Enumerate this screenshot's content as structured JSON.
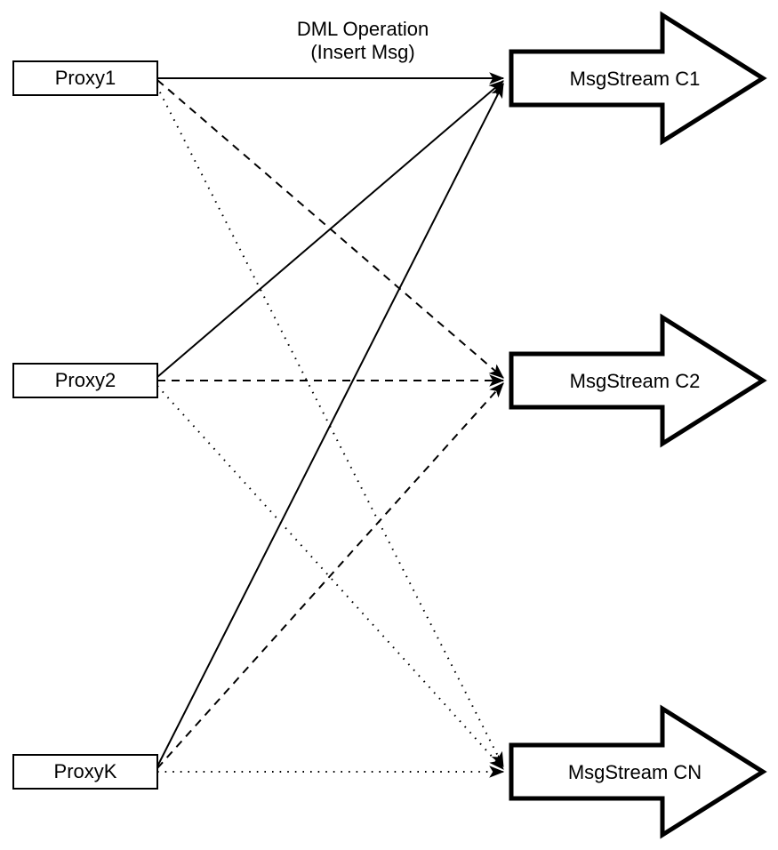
{
  "title": {
    "line1": "DML Operation",
    "line2": "(Insert Msg)"
  },
  "proxies": [
    {
      "label": "Proxy1"
    },
    {
      "label": "Proxy2"
    },
    {
      "label": "ProxyK"
    }
  ],
  "streams": [
    {
      "label": "MsgStream C1"
    },
    {
      "label": "MsgStream C2"
    },
    {
      "label": "MsgStream CN"
    }
  ],
  "edges": [
    {
      "from": "Proxy1",
      "to": "MsgStream C1",
      "style": "solid"
    },
    {
      "from": "Proxy1",
      "to": "MsgStream C2",
      "style": "dashed"
    },
    {
      "from": "Proxy1",
      "to": "MsgStream CN",
      "style": "dotted"
    },
    {
      "from": "Proxy2",
      "to": "MsgStream C1",
      "style": "solid"
    },
    {
      "from": "Proxy2",
      "to": "MsgStream C2",
      "style": "dashed"
    },
    {
      "from": "Proxy2",
      "to": "MsgStream CN",
      "style": "dotted"
    },
    {
      "from": "ProxyK",
      "to": "MsgStream C1",
      "style": "solid"
    },
    {
      "from": "ProxyK",
      "to": "MsgStream C2",
      "style": "dashed"
    },
    {
      "from": "ProxyK",
      "to": "MsgStream CN",
      "style": "dotted"
    }
  ],
  "colors": {
    "line": "#000000",
    "shape_fill": "#ffffff",
    "background": "#ffffff"
  }
}
